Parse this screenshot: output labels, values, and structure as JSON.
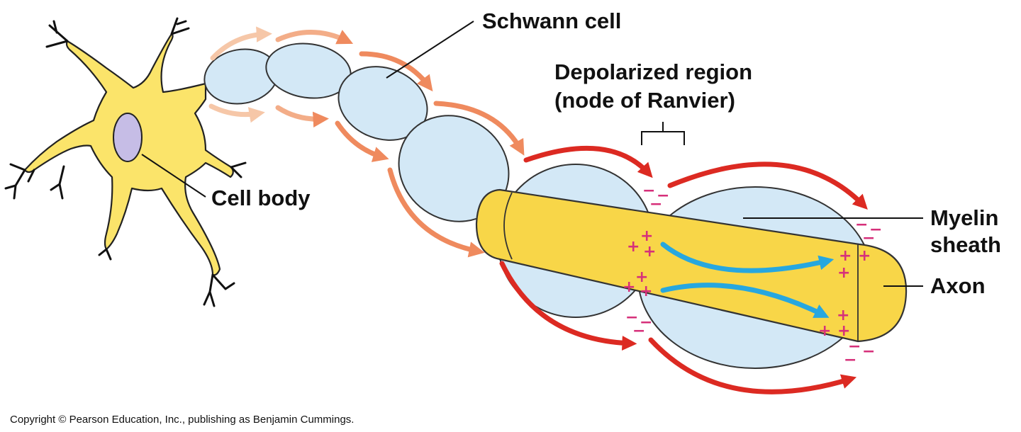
{
  "labels": {
    "schwann_cell": "Schwann cell",
    "depolarized_line1": "Depolarized region",
    "depolarized_line2": "(node of Ranvier)",
    "cell_body": "Cell body",
    "myelin_line1": "Myelin",
    "myelin_line2": "sheath",
    "axon": "Axon"
  },
  "charges": {
    "positive": "+",
    "negative": "−"
  },
  "copyright": "Copyright © Pearson Education, Inc., publishing as Benjamin Cummings.",
  "colors": {
    "cell_yellow": "#fbe46a",
    "axon_yellow": "#f8d648",
    "nucleus": "#c6bde6",
    "myelin_blue": "#d3e8f6",
    "current_arrow_blue": "#27a7df",
    "arrow_light": "#f6c7a8",
    "arrow_orange": "#ef8a5e",
    "arrow_red": "#dc2a22",
    "charge_pink": "#d6307a"
  }
}
